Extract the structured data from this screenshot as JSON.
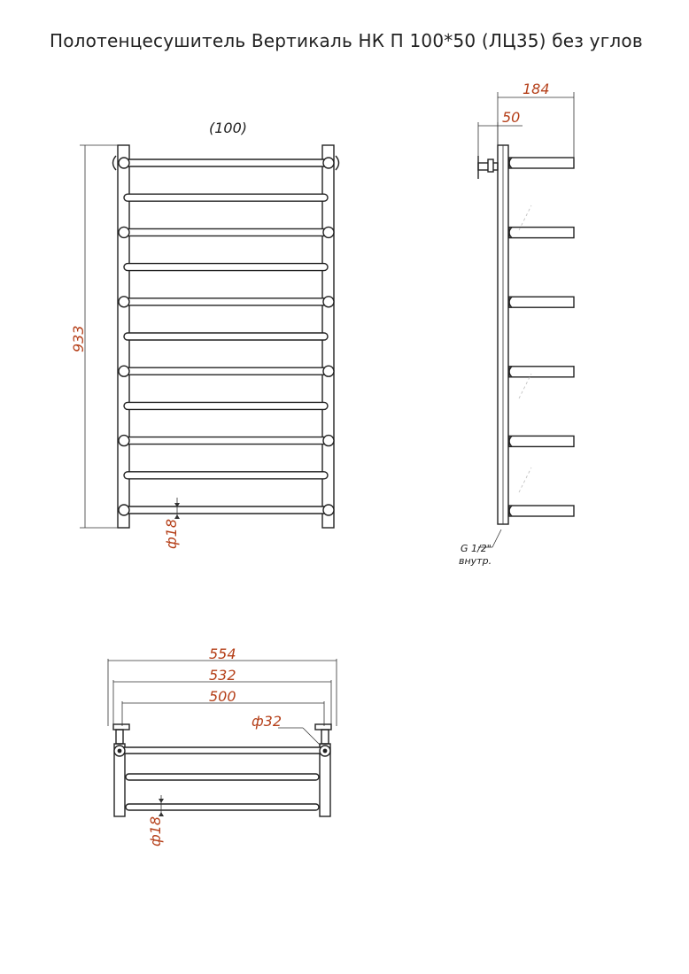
{
  "title": "Полотенцесушитель Вертикаль НК П 100*50 (ЛЦ35) без углов",
  "front_view": {
    "label": "(100)",
    "height_dim": "933",
    "tube_dim": "ф18",
    "rung_count": 11
  },
  "side_view": {
    "depth_dim": "184",
    "offset_dim": "50",
    "thread_note": "G 1/2\"",
    "thread_note2": "внутр.",
    "rung_count": 6
  },
  "top_view": {
    "width_dim_outer": "554",
    "width_dim_mid": "532",
    "width_dim_inner": "500",
    "pipe_dim": "ф32",
    "tube_dim": "ф18"
  },
  "colors": {
    "line": "#222222",
    "dimension_text": "#b5401a"
  }
}
